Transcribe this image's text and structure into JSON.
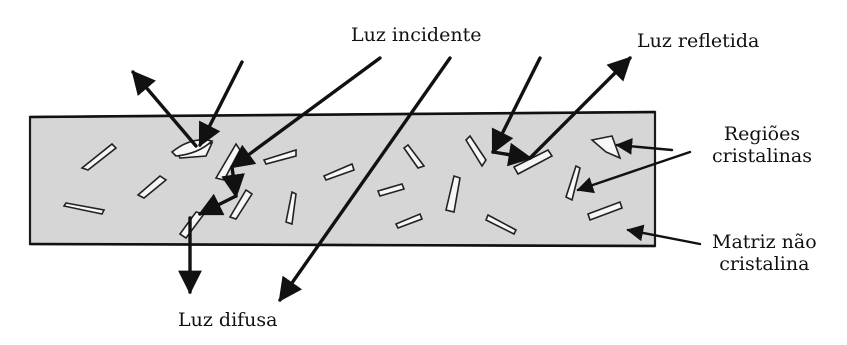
{
  "labels": {
    "incident": "Luz incidente",
    "reflected": "Luz refletida",
    "crystalline_line1": "Regiões",
    "crystalline_line2": "cristalinas",
    "matrix_line1": "Matriz não",
    "matrix_line2": "cristalina",
    "diffuse": "Luz difusa"
  },
  "colors": {
    "slab_fill": "#d6d6d6",
    "slab_edge": "#1a1a1a",
    "crystal_fill": "#f7f7f7",
    "arrow": "#111111"
  }
}
